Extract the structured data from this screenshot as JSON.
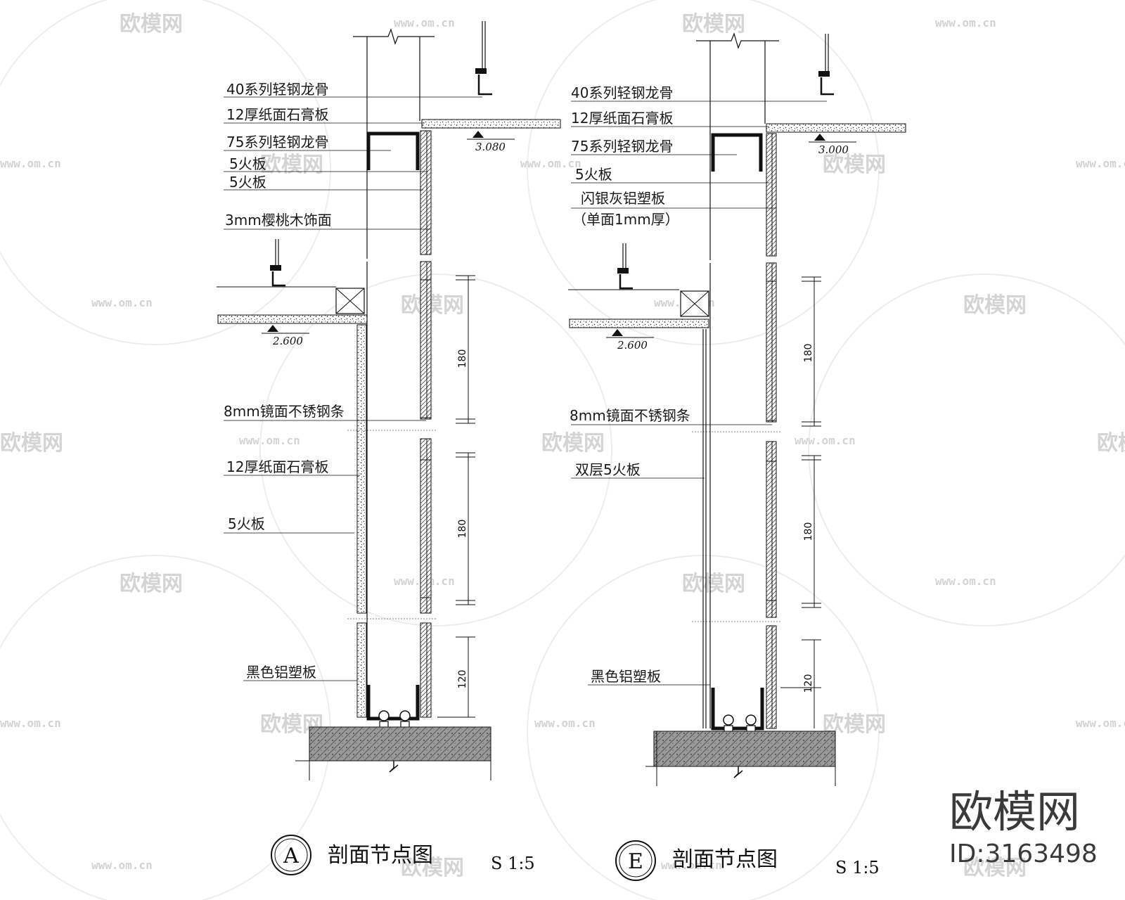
{
  "watermark": {
    "text": "欧模网",
    "url": "www.om.cn"
  },
  "brand": {
    "name": "欧模网",
    "id": "ID:3163498"
  },
  "section_a": {
    "marker": "A",
    "title": "剖面节点图",
    "scale": "S 1:5",
    "labels": {
      "l1": "40系列轻钢龙骨",
      "l2": "12厚纸面石膏板",
      "l3": "75系列轻钢龙骨",
      "l4": "5火板",
      "l5": "5火板",
      "l6": "3mm樱桃木饰面",
      "l7": "8mm镜面不锈钢条",
      "l8": "12厚纸面石膏板",
      "l9": "5火板",
      "l10": "黑色铝塑板"
    },
    "elevations": {
      "upper": "3.080",
      "lower": "2.600"
    },
    "dims": {
      "d1": "180",
      "d2": "180",
      "d3": "120"
    }
  },
  "section_e": {
    "marker": "E",
    "title": "剖面节点图",
    "scale": "S 1:5",
    "labels": {
      "l1": "40系列轻钢龙骨",
      "l2": "12厚纸面石膏板",
      "l3": "75系列轻钢龙骨",
      "l4": "5火板",
      "l5": "闪银灰铝塑板",
      "l6": "（单面1mm厚）",
      "l7": "8mm镜面不锈钢条",
      "l8": "双层5火板",
      "l9": "黑色铝塑板"
    },
    "elevations": {
      "upper": "3.000",
      "lower": "2.600"
    },
    "dims": {
      "d1": "180",
      "d2": "180",
      "d3": "120"
    }
  }
}
